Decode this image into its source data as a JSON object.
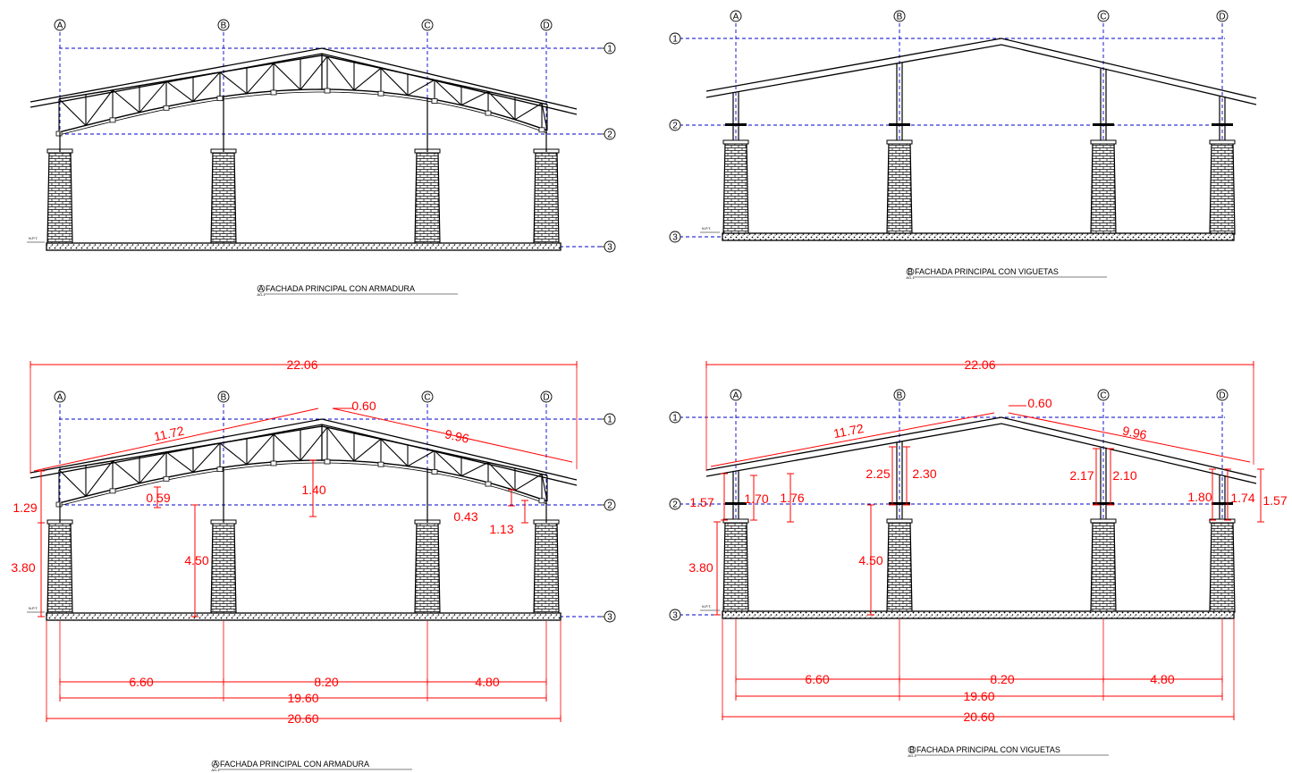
{
  "axes": {
    "vertical": [
      "A",
      "B",
      "C",
      "D"
    ],
    "horizontal": [
      "1",
      "2",
      "3"
    ]
  },
  "ground_label": "N.P.T.",
  "sheet_ref": "AG-1",
  "colors": {
    "structure": "#000000",
    "dimension": "#ff0000",
    "gridline": "#0000cc"
  },
  "views": [
    {
      "id": "tl",
      "letter": "A",
      "title": "FACHADA PRINCIPAL CON ARMADURA"
    },
    {
      "id": "tr",
      "letter": "B",
      "title": "FACHADA PRINCIPAL CON VIGUETAS"
    },
    {
      "id": "bl",
      "letter": "A",
      "title": "FACHADA PRINCIPAL CON ARMADURA"
    },
    {
      "id": "br",
      "letter": "B",
      "title": "FACHADA PRINCIPAL CON VIGUETAS"
    }
  ],
  "dimensions": {
    "bl": {
      "overall_roof": "22.06",
      "slope_left": "11.72",
      "slope_right": "9.96",
      "ridge_offset": "0.60",
      "truss_depth_left": "0.59",
      "truss_center": "1.40",
      "truss_depth_right": "0.43",
      "right_rise": "1.13",
      "left_rise": "1.29",
      "left_column": "3.80",
      "inner_column": "4.50",
      "span_ab": "6.60",
      "span_bc": "8.20",
      "span_cd": "4.80",
      "total_axes": "19.60",
      "total_base": "20.60"
    },
    "br": {
      "overall_roof": "22.06",
      "slope_left": "11.72",
      "slope_right": "9.96",
      "ridge_offset": "0.60",
      "post_b_left": "2.25",
      "post_b_right": "2.30",
      "post_c_left": "2.17",
      "post_c_right": "2.10",
      "post_a_outer": "1.57",
      "post_a_1": "1.70",
      "post_a_2": "1.76",
      "post_d_1": "1.80",
      "post_d_2": "1.74",
      "post_d_outer": "1.57",
      "left_column": "3.80",
      "inner_column": "4.50",
      "span_ab": "6.60",
      "span_bc": "8.20",
      "span_cd": "4.80",
      "total_axes": "19.60",
      "total_base": "20.60"
    }
  }
}
